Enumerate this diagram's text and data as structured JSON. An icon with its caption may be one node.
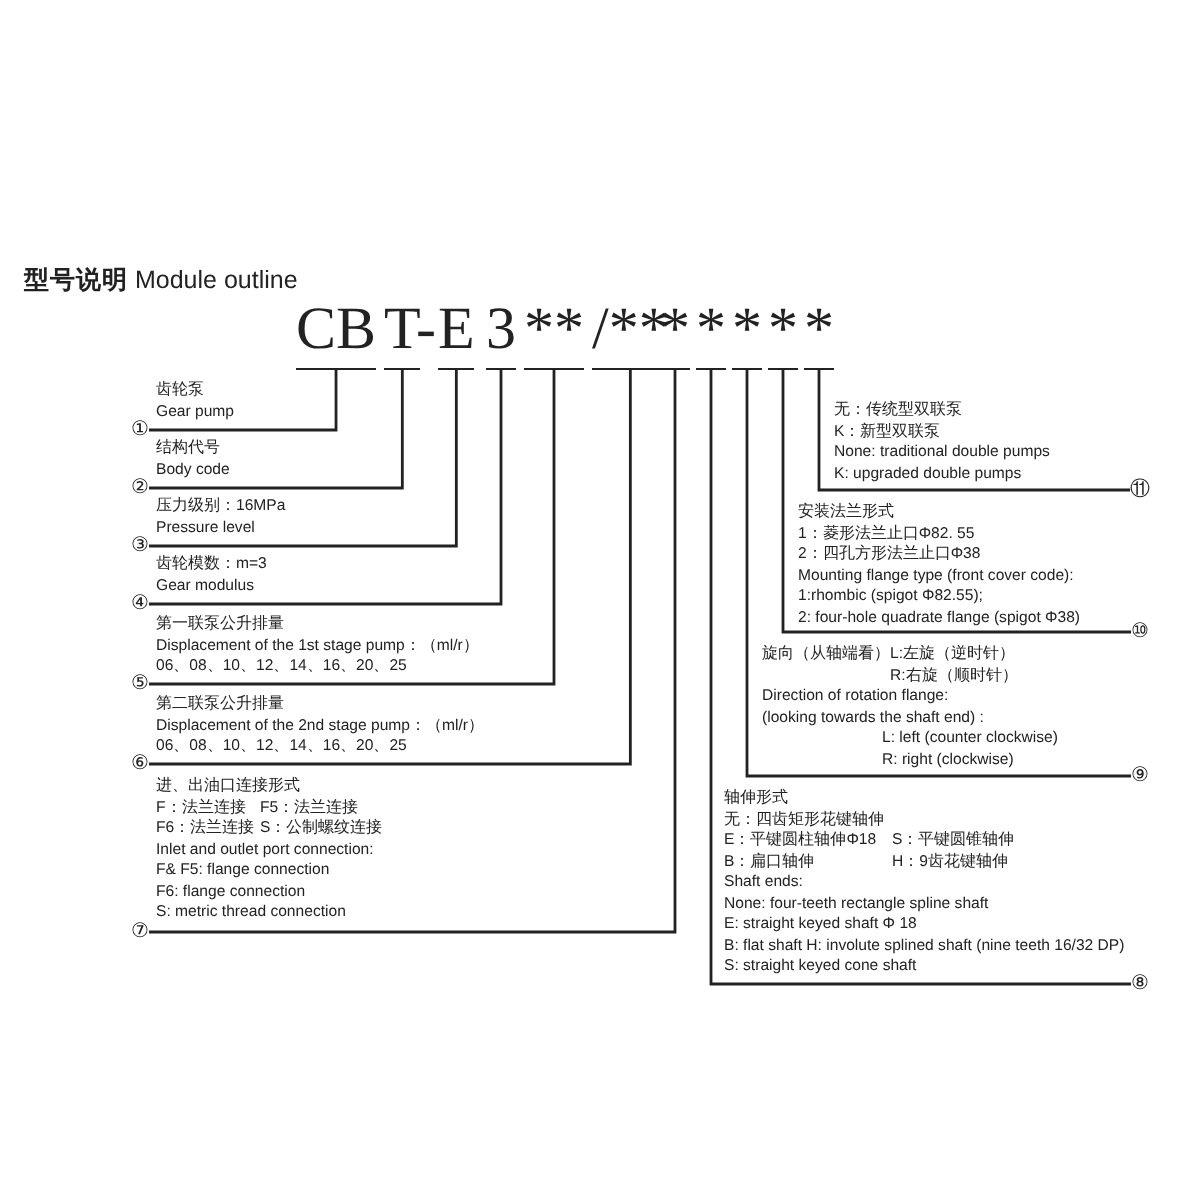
{
  "diagram": {
    "title": "**型号说明** Module outline",
    "nodes": [
      {
        "text": [
          "CB"
        ]
      },
      {
        "text": [
          "T"
        ]
      },
      {
        "text": [
          "E"
        ]
      },
      {
        "text": [
          "3"
        ]
      },
      {
        "text": [
          "**"
        ]
      },
      {
        "text": [
          "/**"
        ]
      },
      {
        "text": [
          "*"
        ]
      },
      {
        "text": [
          "*"
        ]
      },
      {
        "text": [
          "*"
        ]
      },
      {
        "text": [
          "*"
        ]
      },
      {
        "text": [
          "*"
        ]
      },
      {
        "text": [
          "①"
        ],
        "beside": [
          "齿轮泵",
          "Gear pump"
        ]
      },
      {
        "text": [
          "②"
        ],
        "beside": [
          "结构代号",
          "Body code"
        ]
      },
      {
        "text": [
          "③"
        ],
        "beside": [
          "压力级别：16MPa",
          "Pressure level"
        ]
      },
      {
        "text": [
          "④"
        ],
        "beside": [
          "齿轮模数：m=3",
          "Gear modulus"
        ]
      },
      {
        "text": [
          "⑤"
        ],
        "beside": [
          "第一联泵公升排量",
          "Displacement of the 1st stage pump：（ml/r）",
          "06、08、10、12、14、16、20、25"
        ]
      },
      {
        "text": [
          "⑥"
        ],
        "beside": [
          "第二联泵公升排量",
          "Displacement of the 2nd stage pump：（ml/r）",
          "06、08、10、12、14、16、20、25"
        ]
      },
      {
        "text": [
          "⑦"
        ],
        "beside": [
          "进、出油口连接形式",
          "F：法兰连接",
          "F5：法兰连接",
          "F6：法兰连接",
          "S：公制螺纹连接",
          "Inlet and outlet port connection:",
          "F& F5: flange connection",
          "F6: flange connection",
          "S: metric thread connection"
        ]
      },
      {
        "text": [
          "⑧"
        ],
        "beside": [
          "轴伸形式",
          "无：四齿矩形花键轴伸",
          "E：平键圆柱轴伸Φ18",
          "S：平键圆锥轴伸",
          "B：扁口轴伸",
          "H：9齿花键轴伸",
          "Shaft ends:",
          "None: four-teeth rectangle spline shaft",
          "E: straight keyed shaft Φ 18",
          "B: flat shaft H: involute splined shaft (nine teeth 16/32 DP)",
          "S: straight keyed cone shaft"
        ]
      },
      {
        "text": [
          "⑨"
        ],
        "beside": [
          "旋向（从轴端看）",
          "L:左旋（逆时针）",
          "R:右旋（顺时针）",
          "Direction of rotation flange:",
          "(looking towards the shaft end) :",
          "L: left (counter clockwise)",
          "R: right (clockwise)"
        ]
      },
      {
        "text": [
          "⑩"
        ],
        "beside": [
          "安装法兰形式",
          "1：菱形法兰止口Φ82. 55",
          "2：四孔方形法兰止口Φ38",
          "Mounting flange type (front cover code):",
          "1:rhombic (spigot Φ82.55);",
          "2: four-hole quadrate flange (spigot Φ38)"
        ]
      },
      {
        "text": [
          "⑪"
        ],
        "beside": [
          "无：传统型双联泵",
          "K：新型双联泵",
          "None: traditional double pumps",
          "K: upgraded double pumps"
        ]
      }
    ],
    "edges": [
      {
        "from": 0,
        "to": 11,
        "arrow": "none"
      },
      {
        "from": 1,
        "to": 12,
        "arrow": "none"
      },
      {
        "from": 2,
        "to": 13,
        "arrow": "none"
      },
      {
        "from": 3,
        "to": 14,
        "arrow": "none"
      },
      {
        "from": 4,
        "to": 15,
        "arrow": "none"
      },
      {
        "from": 5,
        "to": 16,
        "arrow": "none"
      },
      {
        "from": 6,
        "to": 17,
        "arrow": "none"
      },
      {
        "from": 7,
        "to": 18,
        "arrow": "none"
      },
      {
        "from": 8,
        "to": 19,
        "arrow": "none"
      },
      {
        "from": 9,
        "to": 20,
        "arrow": "none"
      },
      {
        "from": 10,
        "to": 21,
        "arrow": "none"
      }
    ],
    "labels": [
      "-"
    ]
  }
}
